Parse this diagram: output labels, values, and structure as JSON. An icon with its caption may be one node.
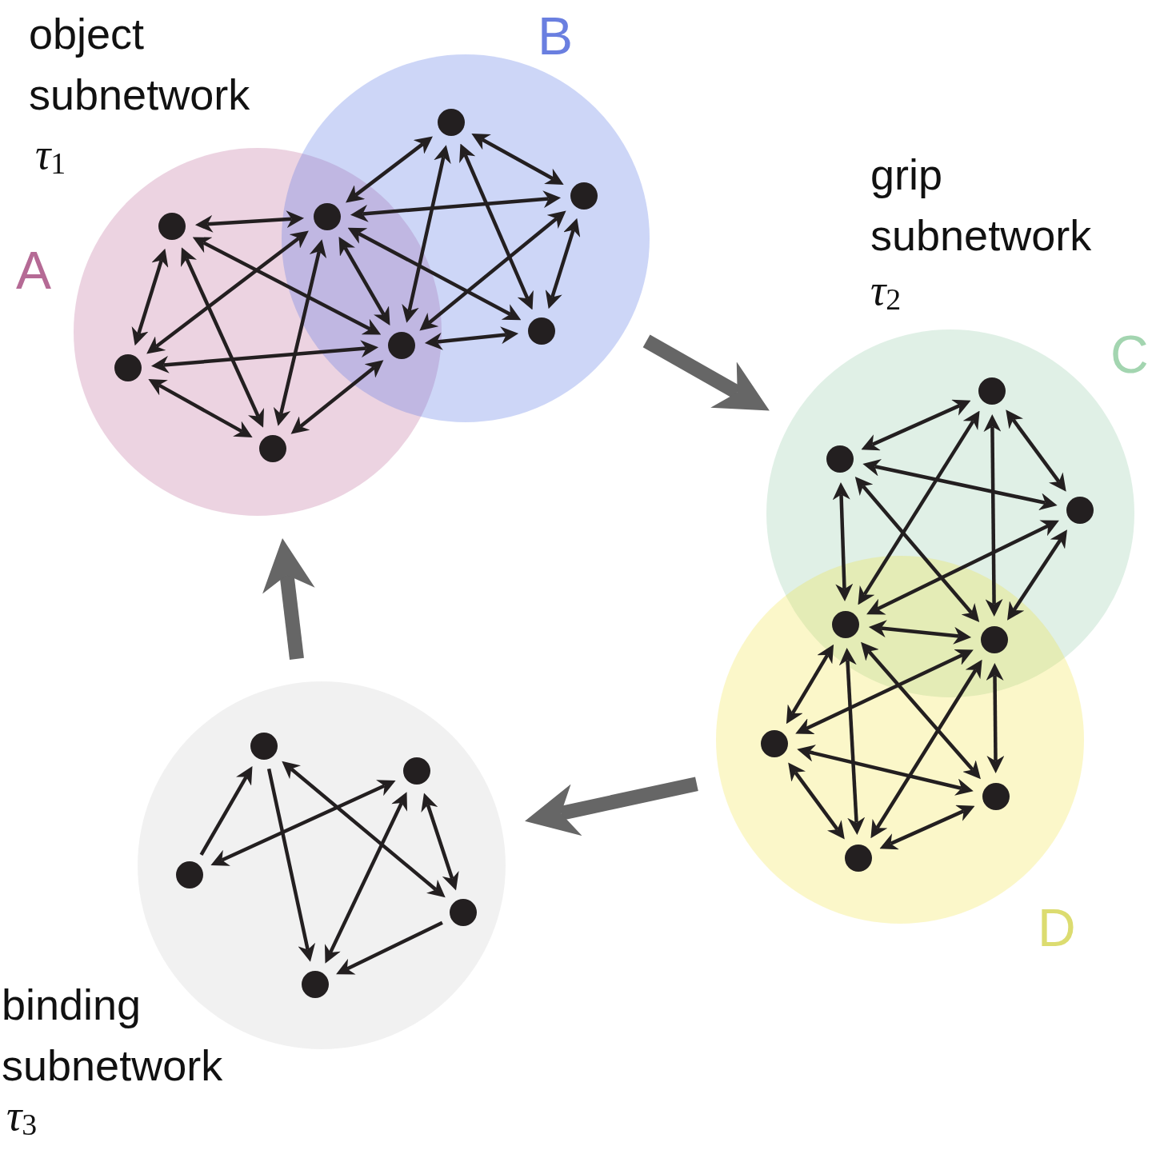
{
  "diagram": {
    "nodes": [
      {
        "text": [
          "A"
        ]
      },
      {
        "text": [
          "B"
        ]
      },
      {
        "text": [],
        "shape": "circle",
        "in": 0
      },
      {
        "text": [],
        "shape": "circle",
        "in": 0
      },
      {
        "text": [],
        "shape": "circle",
        "in": 0
      },
      {
        "text": [],
        "shape": "circle"
      },
      {
        "text": [],
        "shape": "circle"
      },
      {
        "text": [],
        "shape": "circle",
        "in": 1
      },
      {
        "text": [],
        "shape": "circle",
        "in": 1
      },
      {
        "text": [],
        "shape": "circle",
        "in": 1
      },
      {
        "text": [
          "C"
        ]
      },
      {
        "text": [
          "D"
        ]
      },
      {
        "text": [],
        "shape": "circle",
        "in": 10
      },
      {
        "text": [],
        "shape": "circle",
        "in": 10
      },
      {
        "text": [],
        "shape": "circle",
        "in": 10
      },
      {
        "text": [],
        "shape": "circle"
      },
      {
        "text": [],
        "shape": "circle"
      },
      {
        "text": [],
        "shape": "circle",
        "in": 11
      },
      {
        "text": [],
        "shape": "circle",
        "in": 11
      },
      {
        "text": [],
        "shape": "circle",
        "in": 11
      },
      {
        "text": [],
        "shape": "circle"
      },
      {
        "text": [],
        "shape": "circle",
        "in": 20
      },
      {
        "text": [],
        "shape": "circle",
        "in": 20
      },
      {
        "text": [],
        "shape": "circle",
        "in": 20
      },
      {
        "text": [],
        "shape": "circle",
        "in": 20
      },
      {
        "text": [],
        "shape": "circle",
        "in": 20
      }
    ],
    "edges": [
      {
        "from": 2,
        "to": 5,
        "arrow": "both"
      },
      {
        "from": 2,
        "to": 3,
        "arrow": "both"
      },
      {
        "from": 2,
        "to": 6,
        "arrow": "both"
      },
      {
        "from": 2,
        "to": 4,
        "arrow": "both"
      },
      {
        "from": 3,
        "to": 5,
        "arrow": "both"
      },
      {
        "from": 3,
        "to": 6,
        "arrow": "both"
      },
      {
        "from": 3,
        "to": 4,
        "arrow": "both"
      },
      {
        "from": 4,
        "to": 5,
        "arrow": "both"
      },
      {
        "from": 4,
        "to": 6,
        "arrow": "both"
      },
      {
        "from": 5,
        "to": 6,
        "arrow": "both"
      },
      {
        "from": 5,
        "to": 7,
        "arrow": "both"
      },
      {
        "from": 5,
        "to": 8,
        "arrow": "both"
      },
      {
        "from": 5,
        "to": 9,
        "arrow": "both"
      },
      {
        "from": 6,
        "to": 7,
        "arrow": "both"
      },
      {
        "from": 6,
        "to": 8,
        "arrow": "both"
      },
      {
        "from": 6,
        "to": 9,
        "arrow": "both"
      },
      {
        "from": 7,
        "to": 8,
        "arrow": "both"
      },
      {
        "from": 7,
        "to": 9,
        "arrow": "both"
      },
      {
        "from": 8,
        "to": 9,
        "arrow": "both"
      },
      {
        "from": 12,
        "to": 13,
        "arrow": "both"
      },
      {
        "from": 12,
        "to": 14,
        "arrow": "both"
      },
      {
        "from": 12,
        "to": 15,
        "arrow": "both"
      },
      {
        "from": 12,
        "to": 16,
        "arrow": "both"
      },
      {
        "from": 13,
        "to": 14,
        "arrow": "both"
      },
      {
        "from": 13,
        "to": 15,
        "arrow": "both"
      },
      {
        "from": 13,
        "to": 16,
        "arrow": "both"
      },
      {
        "from": 14,
        "to": 15,
        "arrow": "both"
      },
      {
        "from": 14,
        "to": 16,
        "arrow": "both"
      },
      {
        "from": 15,
        "to": 16,
        "arrow": "both"
      },
      {
        "from": 15,
        "to": 17,
        "arrow": "both"
      },
      {
        "from": 15,
        "to": 19,
        "arrow": "both"
      },
      {
        "from": 15,
        "to": 18,
        "arrow": "both"
      },
      {
        "from": 16,
        "to": 17,
        "arrow": "both"
      },
      {
        "from": 16,
        "to": 19,
        "arrow": "both"
      },
      {
        "from": 16,
        "to": 18,
        "arrow": "both"
      },
      {
        "from": 17,
        "to": 18,
        "arrow": "both"
      },
      {
        "from": 17,
        "to": 19,
        "arrow": "both"
      },
      {
        "from": 18,
        "to": 19,
        "arrow": "both"
      },
      {
        "from": 23,
        "to": 21,
        "arrow": "to"
      },
      {
        "from": 21,
        "to": 25,
        "arrow": "to"
      },
      {
        "from": 22,
        "to": 23,
        "arrow": "both"
      },
      {
        "from": 25,
        "to": 22,
        "arrow": "both"
      },
      {
        "from": 21,
        "to": 24,
        "arrow": "both"
      },
      {
        "from": 22,
        "to": 24,
        "arrow": "both"
      },
      {
        "from": 24,
        "to": 25,
        "arrow": "to"
      },
      {
        "from": 1,
        "to": 10,
        "arrow": "to",
        "style": "thick",
        "color": "#666666"
      },
      {
        "from": 11,
        "to": 20,
        "arrow": "to",
        "style": "thick",
        "color": "#666666"
      },
      {
        "from": 20,
        "to": 0,
        "arrow": "to",
        "style": "thick",
        "color": "#666666"
      }
    ],
    "labels": [
      "object subnetwork",
      "τ$_{1}$",
      "grip subnetwork",
      "τ$_{2}$",
      "binding subnetwork",
      "τ$_{3}$"
    ]
  }
}
